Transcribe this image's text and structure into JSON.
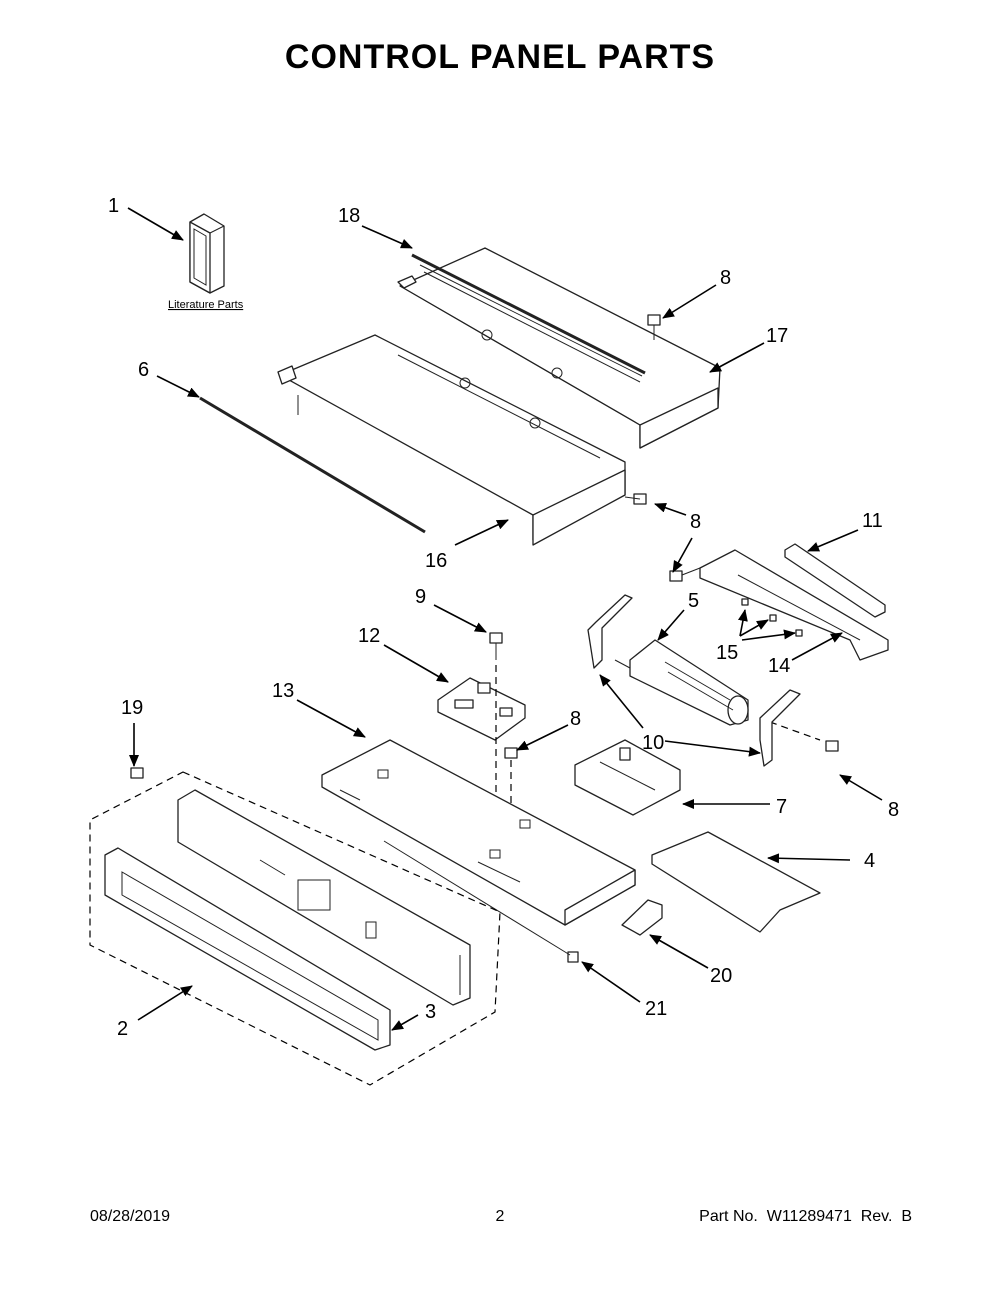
{
  "title": "CONTROL PANEL PARTS",
  "literature_label": "Literature Parts",
  "callouts": {
    "c1": "1",
    "c2": "2",
    "c3": "3",
    "c4": "4",
    "c5": "5",
    "c6": "6",
    "c7": "7",
    "c8a": "8",
    "c8b": "8",
    "c8c": "8",
    "c8d": "8",
    "c9": "9",
    "c10": "10",
    "c11": "11",
    "c12": "12",
    "c13": "13",
    "c14": "14",
    "c15": "15",
    "c16": "16",
    "c17": "17",
    "c18": "18",
    "c19": "19",
    "c20": "20",
    "c21": "21"
  },
  "footer": {
    "date": "08/28/2019",
    "page": "2",
    "part_no": "Part No.  W11289471  Rev.  B"
  }
}
